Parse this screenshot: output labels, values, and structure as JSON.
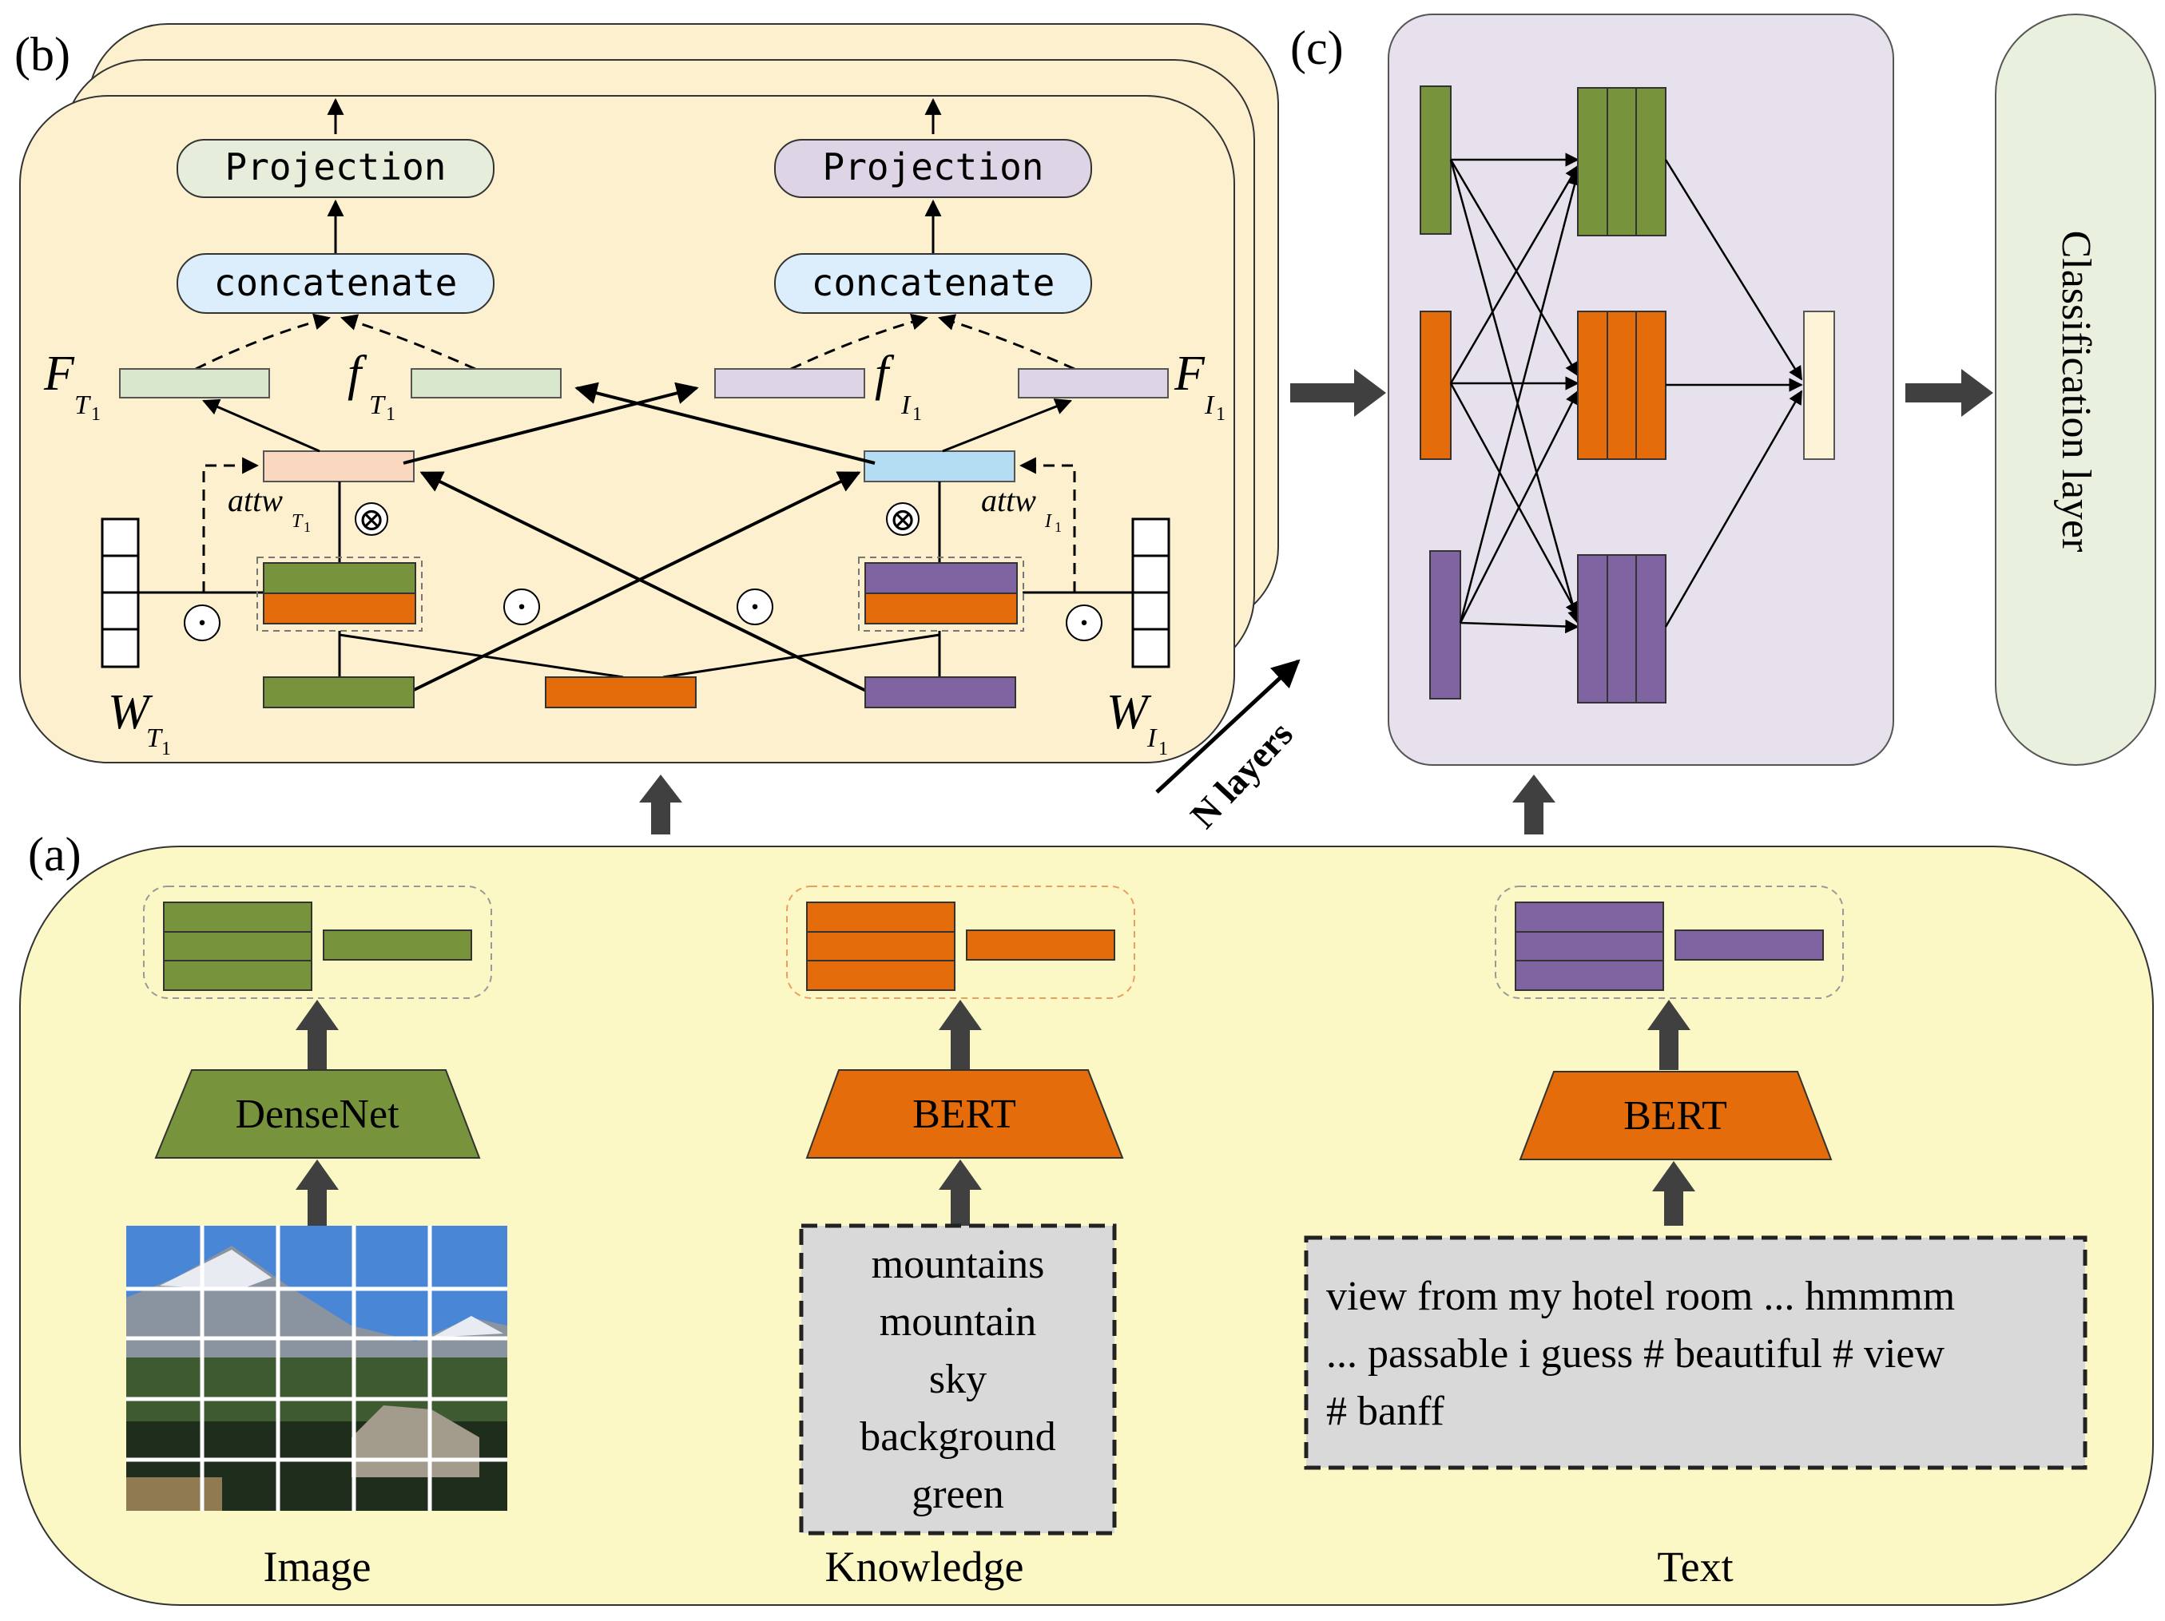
{
  "panels": {
    "a": "(a)",
    "b": "(b)",
    "c": "(c)"
  },
  "panel_b": {
    "proj_left": "Projection",
    "proj_right": "Projection",
    "concat_left": "concatenate",
    "concat_right": "concatenate",
    "F_T": "F",
    "F_T_sub": "T",
    "f_T": "f",
    "f_T_sub": "T",
    "f_I": "f",
    "f_I_sub": "I",
    "F_I": "F",
    "F_I_sub": "I",
    "attw_T": "attw",
    "attw_T_sub": "T",
    "attw_I": "attw",
    "attw_I_sub": "I",
    "W_T": "W",
    "W_T_sub": "T",
    "W_I": "W",
    "W_I_sub": "I",
    "sub_index": "1",
    "otimes": "⊗",
    "odot": "·",
    "n_layers": "N layers"
  },
  "panel_c": {
    "classification": "Classification layer"
  },
  "panel_a": {
    "encoder_image": "DenseNet",
    "encoder_knowledge": "BERT",
    "encoder_text": "BERT",
    "label_image": "Image",
    "label_knowledge": "Knowledge",
    "label_text": "Text",
    "knowledge_words": [
      "mountains",
      "mountain",
      "sky",
      "background",
      "green"
    ],
    "text_lines": [
      "view from my hotel room ... hmmmm",
      "... passable i guess  # beautiful # view",
      "# banff"
    ]
  },
  "colors": {
    "green": "#77943c",
    "orange": "#e46c0a",
    "purple": "#8064a2",
    "panel_b_bg": "#fdf0cf",
    "panel_a_bg": "#fcf8c6",
    "panel_c_bg": "#e6e1ec",
    "classification_bg": "#e9f0de",
    "proj_left_bg": "#e6eedb",
    "proj_right_bg": "#ddd4e6",
    "concat_bg": "#dceefb",
    "attw_T_bg": "#fad8c0",
    "attw_I_bg": "#b4dcf2",
    "grey_box": "#d9d9d9",
    "arrow": "#404040"
  }
}
